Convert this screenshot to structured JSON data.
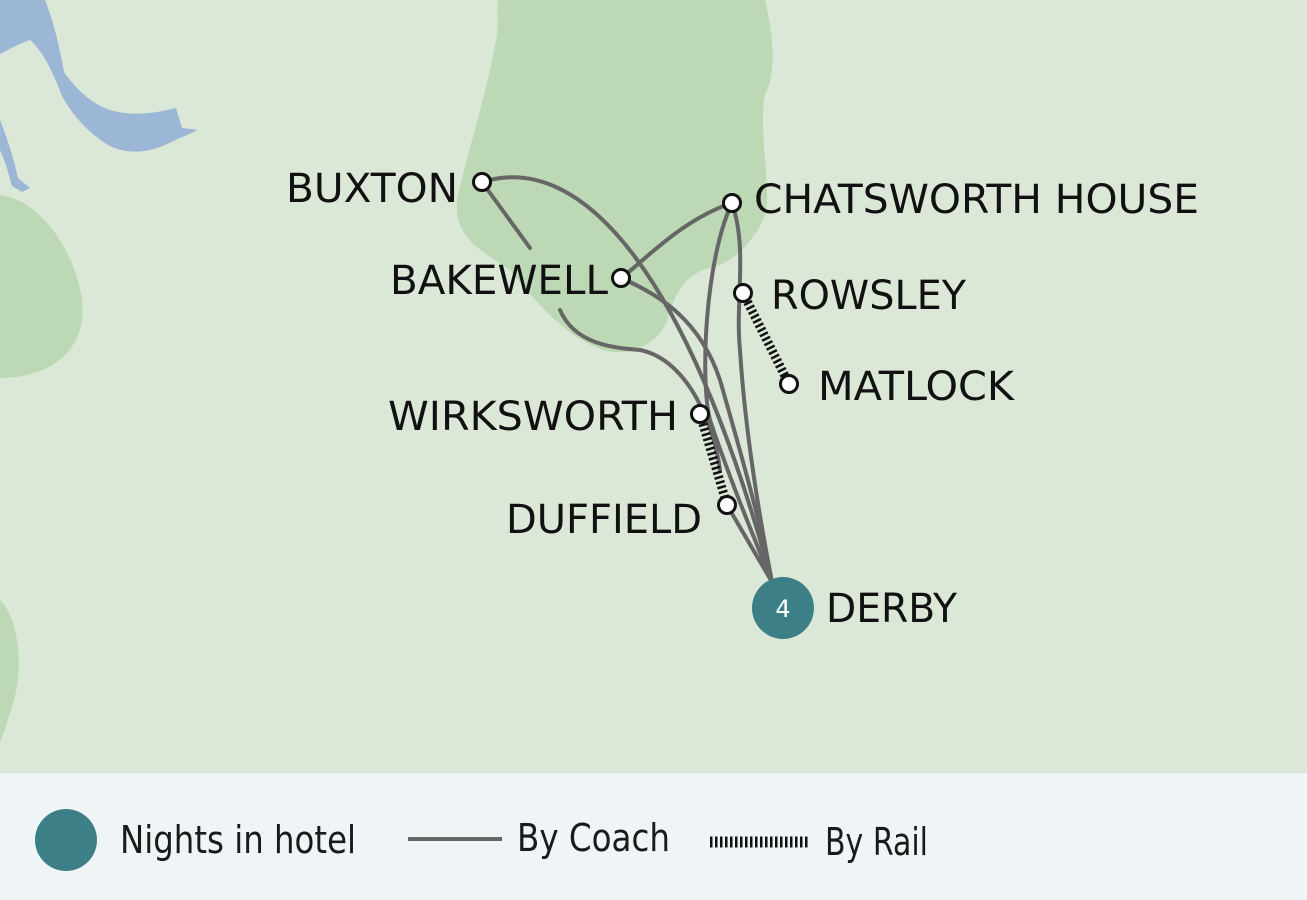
{
  "places": {
    "buxton": "BUXTON",
    "chatsworth": "CHATSWORTH HOUSE",
    "bakewell": "BAKEWELL",
    "rowsley": "ROWSLEY",
    "matlock": "MATLOCK",
    "wirksworth": "WIRKSWORTH",
    "duffield": "DUFFIELD",
    "derby": "DERBY"
  },
  "hub": {
    "nights": "4"
  },
  "legend": {
    "nights_label": "Nights in hotel",
    "coach_label": "By Coach",
    "rail_label": "By Rail"
  },
  "colors": {
    "background": "#dbe8d8",
    "national_park": "#bdd8b4",
    "water": "#9cb6d6",
    "route": "#666666",
    "hub": "#3d7f86",
    "legend_bar": "#eff5f7"
  }
}
